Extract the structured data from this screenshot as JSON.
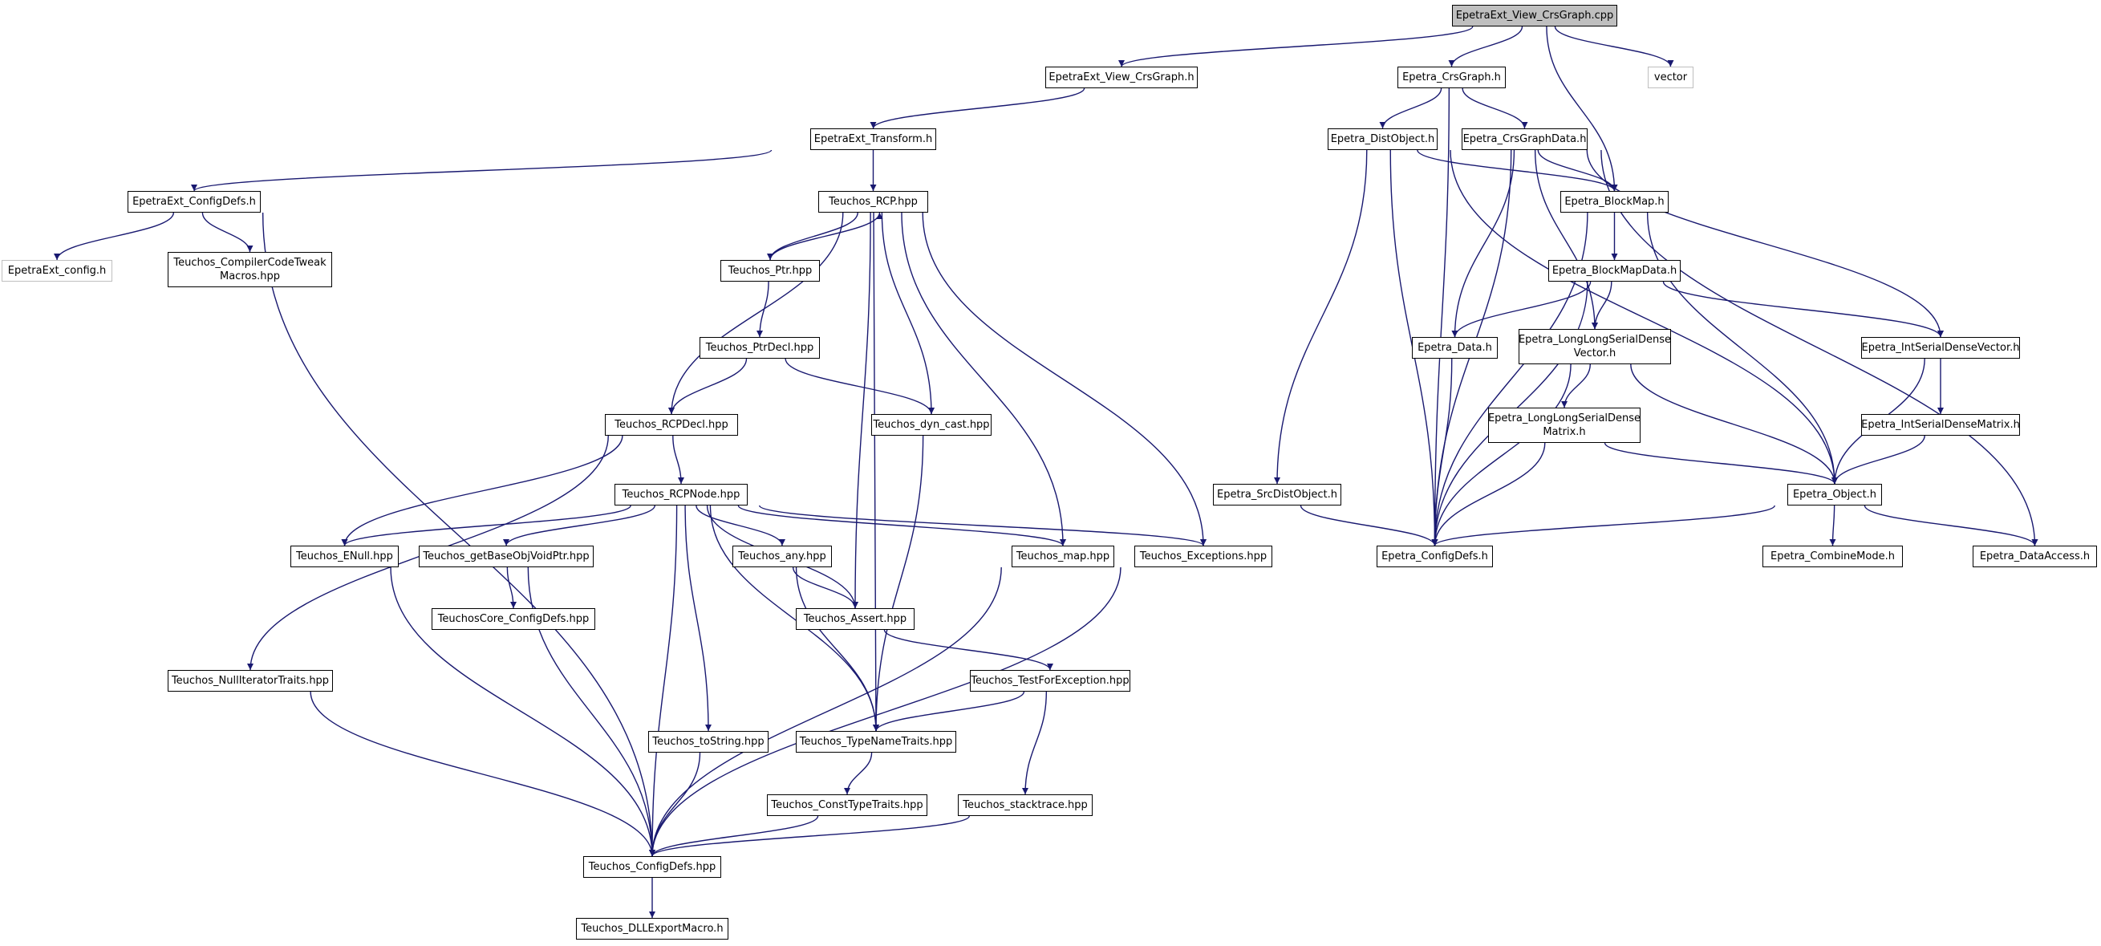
{
  "colors": {
    "edge": "#191970",
    "root_fill": "#bfbfbf",
    "node_border": "#000000",
    "external_border": "#bfbfbf"
  },
  "nodes": {
    "root": [
      "EpetraExt_View_CrsGraph.cpp"
    ],
    "view_h": [
      "EpetraExt_View_CrsGraph.h"
    ],
    "crsgraph": [
      "Epetra_CrsGraph.h"
    ],
    "vector": [
      "vector"
    ],
    "transform": [
      "EpetraExt_Transform.h"
    ],
    "distobject": [
      "Epetra_DistObject.h"
    ],
    "crsgraphdata": [
      "Epetra_CrsGraphData.h"
    ],
    "ext_configdefs": [
      "EpetraExt_ConfigDefs.h"
    ],
    "rcp": [
      "Teuchos_RCP.hpp"
    ],
    "blockmap": [
      "Epetra_BlockMap.h"
    ],
    "ext_config": [
      "EpetraExt_config.h"
    ],
    "codetweak": [
      "Teuchos_CompilerCodeTweak",
      "Macros.hpp"
    ],
    "ptr": [
      "Teuchos_Ptr.hpp"
    ],
    "blockmapdata": [
      "Epetra_BlockMapData.h"
    ],
    "ptrdecl": [
      "Teuchos_PtrDecl.hpp"
    ],
    "data": [
      "Epetra_Data.h"
    ],
    "llsdv": [
      "Epetra_LongLongSerialDense",
      "Vector.h"
    ],
    "isdv": [
      "Epetra_IntSerialDenseVector.h"
    ],
    "rcpdecl": [
      "Teuchos_RCPDecl.hpp"
    ],
    "dyncast": [
      "Teuchos_dyn_cast.hpp"
    ],
    "llsdm": [
      "Epetra_LongLongSerialDense",
      "Matrix.h"
    ],
    "isdm": [
      "Epetra_IntSerialDenseMatrix.h"
    ],
    "rcpnode": [
      "Teuchos_RCPNode.hpp"
    ],
    "srcdist": [
      "Epetra_SrcDistObject.h"
    ],
    "object": [
      "Epetra_Object.h"
    ],
    "enull": [
      "Teuchos_ENull.hpp"
    ],
    "getbase": [
      "Teuchos_getBaseObjVoidPtr.hpp"
    ],
    "any": [
      "Teuchos_any.hpp"
    ],
    "map": [
      "Teuchos_map.hpp"
    ],
    "exceptions": [
      "Teuchos_Exceptions.hpp"
    ],
    "ep_configdefs": [
      "Epetra_ConfigDefs.h"
    ],
    "combinemode": [
      "Epetra_CombineMode.h"
    ],
    "dataaccess": [
      "Epetra_DataAccess.h"
    ],
    "corecfg": [
      "TeuchosCore_ConfigDefs.hpp"
    ],
    "assert": [
      "Teuchos_Assert.hpp"
    ],
    "nullit": [
      "Teuchos_NullIteratorTraits.hpp"
    ],
    "testexc": [
      "Teuchos_TestForException.hpp"
    ],
    "tostring": [
      "Teuchos_toString.hpp"
    ],
    "typename": [
      "Teuchos_TypeNameTraits.hpp"
    ],
    "consttype": [
      "Teuchos_ConstTypeTraits.hpp"
    ],
    "stacktrace": [
      "Teuchos_stacktrace.hpp"
    ],
    "t_configdefs": [
      "Teuchos_ConfigDefs.hpp"
    ],
    "dllexport": [
      "Teuchos_DLLExportMacro.h"
    ]
  },
  "edges": [
    [
      "root",
      "view_h"
    ],
    [
      "root",
      "crsgraph"
    ],
    [
      "root",
      "vector"
    ],
    [
      "root",
      "blockmap"
    ],
    [
      "view_h",
      "transform"
    ],
    [
      "transform",
      "ext_configdefs"
    ],
    [
      "transform",
      "rcp"
    ],
    [
      "ext_configdefs",
      "ext_config"
    ],
    [
      "ext_configdefs",
      "codetweak"
    ],
    [
      "ext_configdefs",
      "t_configdefs"
    ],
    [
      "crsgraph",
      "distobject"
    ],
    [
      "crsgraph",
      "crsgraphdata"
    ],
    [
      "crsgraph",
      "ep_configdefs"
    ],
    [
      "distobject",
      "blockmap"
    ],
    [
      "distobject",
      "srcdist"
    ],
    [
      "distobject",
      "object"
    ],
    [
      "distobject",
      "ep_configdefs"
    ],
    [
      "crsgraphdata",
      "blockmap"
    ],
    [
      "crsgraphdata",
      "data"
    ],
    [
      "crsgraphdata",
      "llsdv"
    ],
    [
      "crsgraphdata",
      "isdv"
    ],
    [
      "crsgraphdata",
      "dataaccess"
    ],
    [
      "crsgraphdata",
      "ep_configdefs"
    ],
    [
      "blockmap",
      "blockmapdata"
    ],
    [
      "blockmap",
      "object"
    ],
    [
      "blockmap",
      "ep_configdefs"
    ],
    [
      "blockmapdata",
      "data"
    ],
    [
      "blockmapdata",
      "llsdv"
    ],
    [
      "blockmapdata",
      "isdv"
    ],
    [
      "blockmapdata",
      "ep_configdefs"
    ],
    [
      "data",
      "ep_configdefs"
    ],
    [
      "llsdv",
      "llsdm"
    ],
    [
      "llsdv",
      "object"
    ],
    [
      "llsdv",
      "ep_configdefs"
    ],
    [
      "llsdm",
      "object"
    ],
    [
      "llsdm",
      "ep_configdefs"
    ],
    [
      "isdv",
      "isdm"
    ],
    [
      "isdv",
      "object"
    ],
    [
      "isdm",
      "object"
    ],
    [
      "srcdist",
      "ep_configdefs"
    ],
    [
      "object",
      "ep_configdefs"
    ],
    [
      "object",
      "combinemode"
    ],
    [
      "object",
      "dataaccess"
    ],
    [
      "rcp",
      "ptr"
    ],
    [
      "rcp",
      "rcpdecl"
    ],
    [
      "rcp",
      "dyncast"
    ],
    [
      "rcp",
      "typename"
    ],
    [
      "rcp",
      "assert"
    ],
    [
      "rcp",
      "map"
    ],
    [
      "rcp",
      "exceptions"
    ],
    [
      "ptr",
      "rcp"
    ],
    [
      "ptr",
      "ptrdecl"
    ],
    [
      "ptrdecl",
      "rcpdecl"
    ],
    [
      "ptrdecl",
      "dyncast"
    ],
    [
      "rcpdecl",
      "rcpnode"
    ],
    [
      "rcpdecl",
      "enull"
    ],
    [
      "rcpdecl",
      "nullit"
    ],
    [
      "dyncast",
      "typename"
    ],
    [
      "rcpnode",
      "enull"
    ],
    [
      "rcpnode",
      "getbase"
    ],
    [
      "rcpnode",
      "any"
    ],
    [
      "rcpnode",
      "assert"
    ],
    [
      "rcpnode",
      "map"
    ],
    [
      "rcpnode",
      "exceptions"
    ],
    [
      "rcpnode",
      "tostring"
    ],
    [
      "rcpnode",
      "typename"
    ],
    [
      "rcpnode",
      "t_configdefs"
    ],
    [
      "getbase",
      "corecfg"
    ],
    [
      "getbase",
      "t_configdefs"
    ],
    [
      "any",
      "assert"
    ],
    [
      "any",
      "typename"
    ],
    [
      "assert",
      "testexc"
    ],
    [
      "testexc",
      "typename"
    ],
    [
      "testexc",
      "stacktrace"
    ],
    [
      "enull",
      "t_configdefs"
    ],
    [
      "nullit",
      "t_configdefs"
    ],
    [
      "tostring",
      "t_configdefs"
    ],
    [
      "typename",
      "consttype"
    ],
    [
      "consttype",
      "t_configdefs"
    ],
    [
      "stacktrace",
      "t_configdefs"
    ],
    [
      "map",
      "t_configdefs"
    ],
    [
      "exceptions",
      "t_configdefs"
    ],
    [
      "t_configdefs",
      "dllexport"
    ]
  ]
}
